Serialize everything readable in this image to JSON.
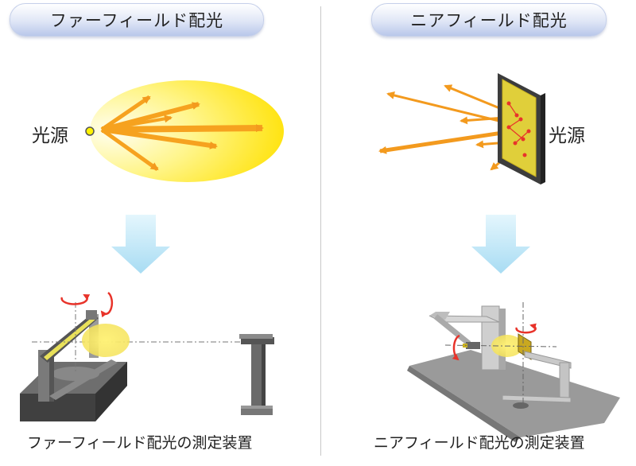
{
  "left": {
    "heading": "ファーフィールド配光",
    "source_label": "光源",
    "caption": "ファーフィールド配光の測定装置"
  },
  "right": {
    "heading": "ニアフィールド配光",
    "source_label": "光源",
    "caption": "ニアフィールド配光の測定装置"
  },
  "colors": {
    "ray_orange": "#f39a1e",
    "glow_yellow": "#fff200",
    "down_arrow": "#bfe8f8",
    "rotation_red": "#e8332a"
  }
}
